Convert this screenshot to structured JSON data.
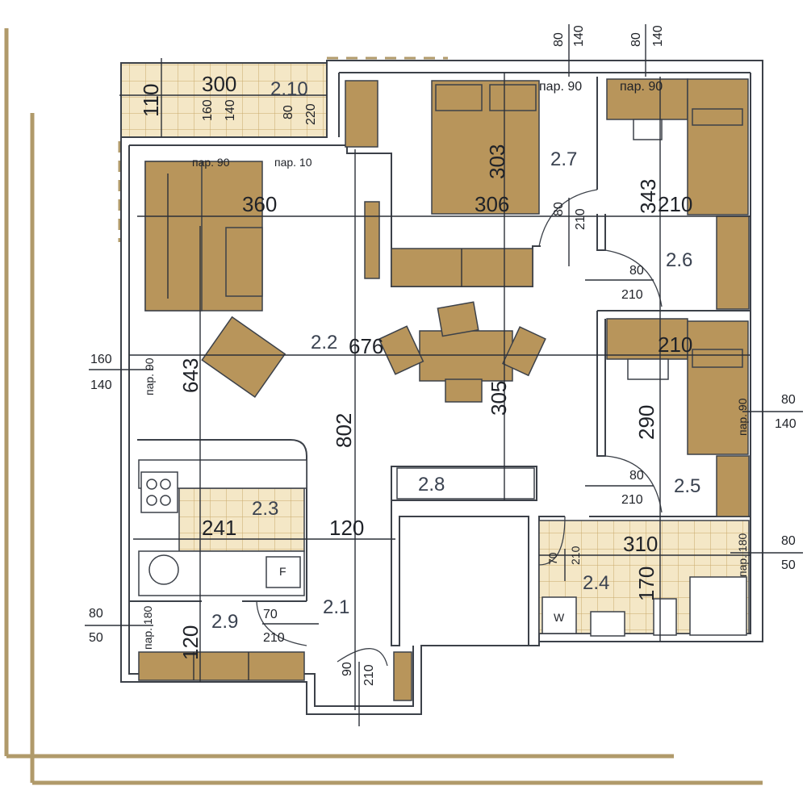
{
  "plan": {
    "room_labels": {
      "r210": "2.10",
      "r27": "2.7",
      "r26": "2.6",
      "r22": "2.2",
      "r25": "2.5",
      "r28": "2.8",
      "r23": "2.3",
      "r21": "2.1",
      "r24": "2.4",
      "r29": "2.9"
    },
    "dimensions": {
      "d300": "300",
      "d110": "110",
      "d303": "303",
      "d306": "306",
      "d343": "343",
      "d210a": "210",
      "d360": "360",
      "d676": "676",
      "d643": "643",
      "d305": "305",
      "d802": "802",
      "d210b": "210",
      "d290": "290",
      "d241": "241",
      "d120a": "120",
      "d310": "310",
      "d170": "170",
      "d120b": "120"
    },
    "windows": {
      "w1_top": "80",
      "w1_bot": "140",
      "w2_top": "80",
      "w2_bot": "140",
      "w3_top": "160",
      "w3_bot": "140",
      "w4_top": "80",
      "w4_bot": "140",
      "w5_top": "80",
      "w5_bot": "50",
      "w6_top": "80",
      "w6_bot": "50",
      "bal_a": "160",
      "bal_b": "140",
      "bal_c": "80",
      "bal_d": "220"
    },
    "doors": {
      "d1_top": "80",
      "d1_bot": "210",
      "d2_top": "80",
      "d2_bot": "210",
      "d3_top": "80",
      "d3_bot": "210",
      "d4_top": "70",
      "d4_bot": "210",
      "d5_top": "70",
      "d5_bot": "210",
      "d6_top": "90",
      "d6_bot": "210"
    },
    "sills": {
      "s1": "пар. 90",
      "s2": "пар. 90",
      "s3": "пар. 90",
      "s4": "пар. 10",
      "s5": "пар. 90",
      "s6": "пар. 90",
      "s7": "пар. 180",
      "s8": "пар. 180"
    },
    "appliances": {
      "fridge": "F",
      "washer": "W"
    },
    "colors": {
      "furniture": "#b8955b",
      "walls": "#3c4149",
      "frame": "#b09a6a",
      "tile": "#f2e6c8"
    }
  }
}
